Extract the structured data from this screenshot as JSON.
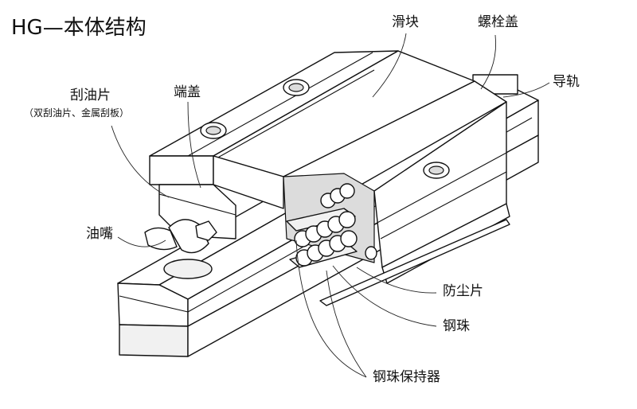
{
  "title": "HG—本体结构",
  "labels": {
    "slider": "滑块",
    "bolt_cap": "螺栓盖",
    "rail": "导轨",
    "end_cap": "端盖",
    "scraper": "刮油片",
    "scraper_note": "（双刮油片、金属刮板）",
    "grease_nipple": "油嘴",
    "dust_strip": "防尘片",
    "steel_ball": "钢珠",
    "ball_retainer": "钢珠保持器"
  }
}
